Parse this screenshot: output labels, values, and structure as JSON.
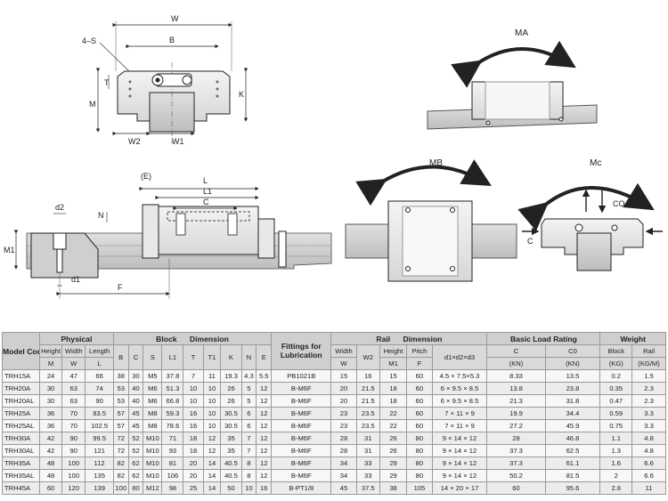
{
  "drawing_labels": {
    "front": {
      "w": "W",
      "b": "B",
      "s": "4–S",
      "t": "T",
      "m": "M",
      "k": "K",
      "w2": "W2",
      "w1": "W1"
    },
    "side": {
      "e": "(E)",
      "l": "L",
      "l1": "L1",
      "c": "C",
      "d2": "d2",
      "n": "N",
      "m1": "M1",
      "d1": "d1",
      "f": "F"
    },
    "moments": {
      "ma": "MA",
      "mb": "MB",
      "mc": "Mc",
      "co": "CO",
      "c": "C"
    }
  },
  "table": {
    "group_headers": {
      "model_code": "Model Code",
      "physical": "Physical",
      "block_dimension": "Block      Dimension",
      "fittings": "Fittings for Lubrication",
      "rail_dimension": "Rail      Dimension",
      "basic_load_rating": "Basic Load Rating",
      "weight": "Weight"
    },
    "sub_headers": {
      "height": "Height",
      "width": "Width",
      "length": "Length",
      "b": "B",
      "c": "C",
      "s": "S",
      "l1": "L1",
      "t": "T",
      "t1": "T1",
      "k": "K",
      "n": "N",
      "e": "E",
      "rail_width": "Width",
      "w2": "W2",
      "rail_height": "Height",
      "pitch": "Pitch",
      "d1d2d3": "d1×d2×d3",
      "c_kn": "C",
      "c0_kn": "C0",
      "block": "Block",
      "rail": "Rail"
    },
    "unit_headers": {
      "m": "M",
      "w": "W",
      "l": "L",
      "rail_w": "W",
      "m1": "M1",
      "f": "F",
      "kn1": "(KN)",
      "kn2": "(KN)",
      "kg": "(KG)",
      "kgm": "(KG/M)"
    },
    "rows": [
      [
        "TRH15A",
        "24",
        "47",
        "66",
        "38",
        "30",
        "M5",
        "37.8",
        "7",
        "11",
        "19.3",
        "4.3",
        "5.5",
        "PB1021B",
        "15",
        "16",
        "15",
        "60",
        "4.5 × 7.5×5.3",
        "8.33",
        "13.5",
        "0.2",
        "1.5"
      ],
      [
        "TRH20A",
        "30",
        "63",
        "74",
        "53",
        "40",
        "M6",
        "51.3",
        "10",
        "10",
        "26",
        "5",
        "12",
        "B-M6F",
        "20",
        "21.5",
        "18",
        "60",
        "6 × 9.5 × 8.5",
        "13.8",
        "23.8",
        "0.35",
        "2.3"
      ],
      [
        "TRH20AL",
        "30",
        "63",
        "90",
        "53",
        "40",
        "M6",
        "66.8",
        "10",
        "10",
        "26",
        "5",
        "12",
        "B-M6F",
        "20",
        "21.5",
        "18",
        "60",
        "6 × 9.5 × 8.5",
        "21.3",
        "31.8",
        "0.47",
        "2.3"
      ],
      [
        "TRH25A",
        "36",
        "70",
        "83.5",
        "57",
        "45",
        "M8",
        "59.3",
        "16",
        "10",
        "30.5",
        "6",
        "12",
        "B-M6F",
        "23",
        "23.5",
        "22",
        "60",
        "7 × 11 × 9",
        "19.9",
        "34.4",
        "0.59",
        "3.3"
      ],
      [
        "TRH25AL",
        "36",
        "70",
        "102.5",
        "57",
        "45",
        "M8",
        "78.6",
        "16",
        "10",
        "30.5",
        "6",
        "12",
        "B-M6F",
        "23",
        "23.5",
        "22",
        "60",
        "7 × 11 × 9",
        "27.2",
        "45.9",
        "0.75",
        "3.3"
      ],
      [
        "TRH30A",
        "42",
        "90",
        "99.5",
        "72",
        "52",
        "M10",
        "71",
        "18",
        "12",
        "35",
        "7",
        "12",
        "B-M6F",
        "28",
        "31",
        "26",
        "80",
        "9 × 14 × 12",
        "28",
        "46.8",
        "1.1",
        "4.8"
      ],
      [
        "TRH30AL",
        "42",
        "90",
        "121",
        "72",
        "52",
        "M10",
        "93",
        "18",
        "12",
        "35",
        "7",
        "12",
        "B-M6F",
        "28",
        "31",
        "26",
        "80",
        "9 × 14 × 12",
        "37.3",
        "62.5",
        "1.3",
        "4.8"
      ],
      [
        "TRH35A",
        "48",
        "100",
        "112",
        "82",
        "62",
        "M10",
        "81",
        "20",
        "14",
        "40.5",
        "8",
        "12",
        "B-M6F",
        "34",
        "33",
        "29",
        "80",
        "9 × 14 × 12",
        "37.3",
        "61.1",
        "1.6",
        "6.6"
      ],
      [
        "TRH35AL",
        "48",
        "100",
        "135",
        "82",
        "62",
        "M10",
        "106",
        "20",
        "14",
        "40.5",
        "8",
        "12",
        "B-M6F",
        "34",
        "33",
        "29",
        "80",
        "9 × 14 × 12",
        "50.2",
        "81.5",
        "2",
        "6.6"
      ],
      [
        "TRH45A",
        "60",
        "120",
        "139",
        "100",
        "80",
        "M12",
        "98",
        "25",
        "14",
        "50",
        "10",
        "16",
        "B-PT1/8",
        "45",
        "37.5",
        "38",
        "105",
        "14 × 20 × 17",
        "60",
        "95.6",
        "2.8",
        "11"
      ]
    ]
  }
}
